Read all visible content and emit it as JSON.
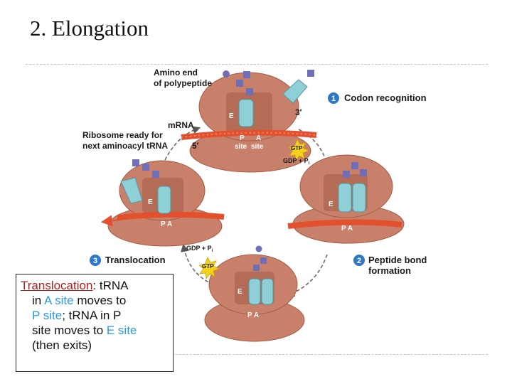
{
  "slide": {
    "title": "2. Elongation"
  },
  "labels": {
    "amino_end_1": "Amino end",
    "amino_end_2": "of polypeptide",
    "mrna": "mRNA",
    "ready_1": "Ribosome ready for",
    "ready_2": "next aminoacyl tRNA",
    "three_prime": "3′",
    "five_prime": "5′",
    "e": "E",
    "p": "P",
    "a": "A",
    "site": "site",
    "pa": "P A",
    "gtp": "GTP",
    "gdp_pi": "GDP + P",
    "pi_sub": "i"
  },
  "steps": [
    {
      "num": "1",
      "label": "Codon recognition"
    },
    {
      "num": "2",
      "label_1": "Peptide bond",
      "label_2": "formation"
    },
    {
      "num": "3",
      "label": "Translocation"
    }
  ],
  "callout": {
    "term": "Translocation",
    "colon": ":",
    "t1": " tRNA",
    "t2": "in ",
    "a_site": "A site",
    "t3": " moves to",
    "p_site": "P site",
    "t4": "; tRNA in P",
    "t5": "site moves to ",
    "e_site": "E site",
    "t6": "(then exits)"
  },
  "colors": {
    "ribosome": "#c9806a",
    "ribosome_dark": "#a45c48",
    "mrna": "#e2502d",
    "trna": "#8fd0d6",
    "amino_acid": "#6f6fb8",
    "step_badge": "#2f78c5",
    "red_text": "#b2201d",
    "blue_text": "#2b9bd6"
  }
}
